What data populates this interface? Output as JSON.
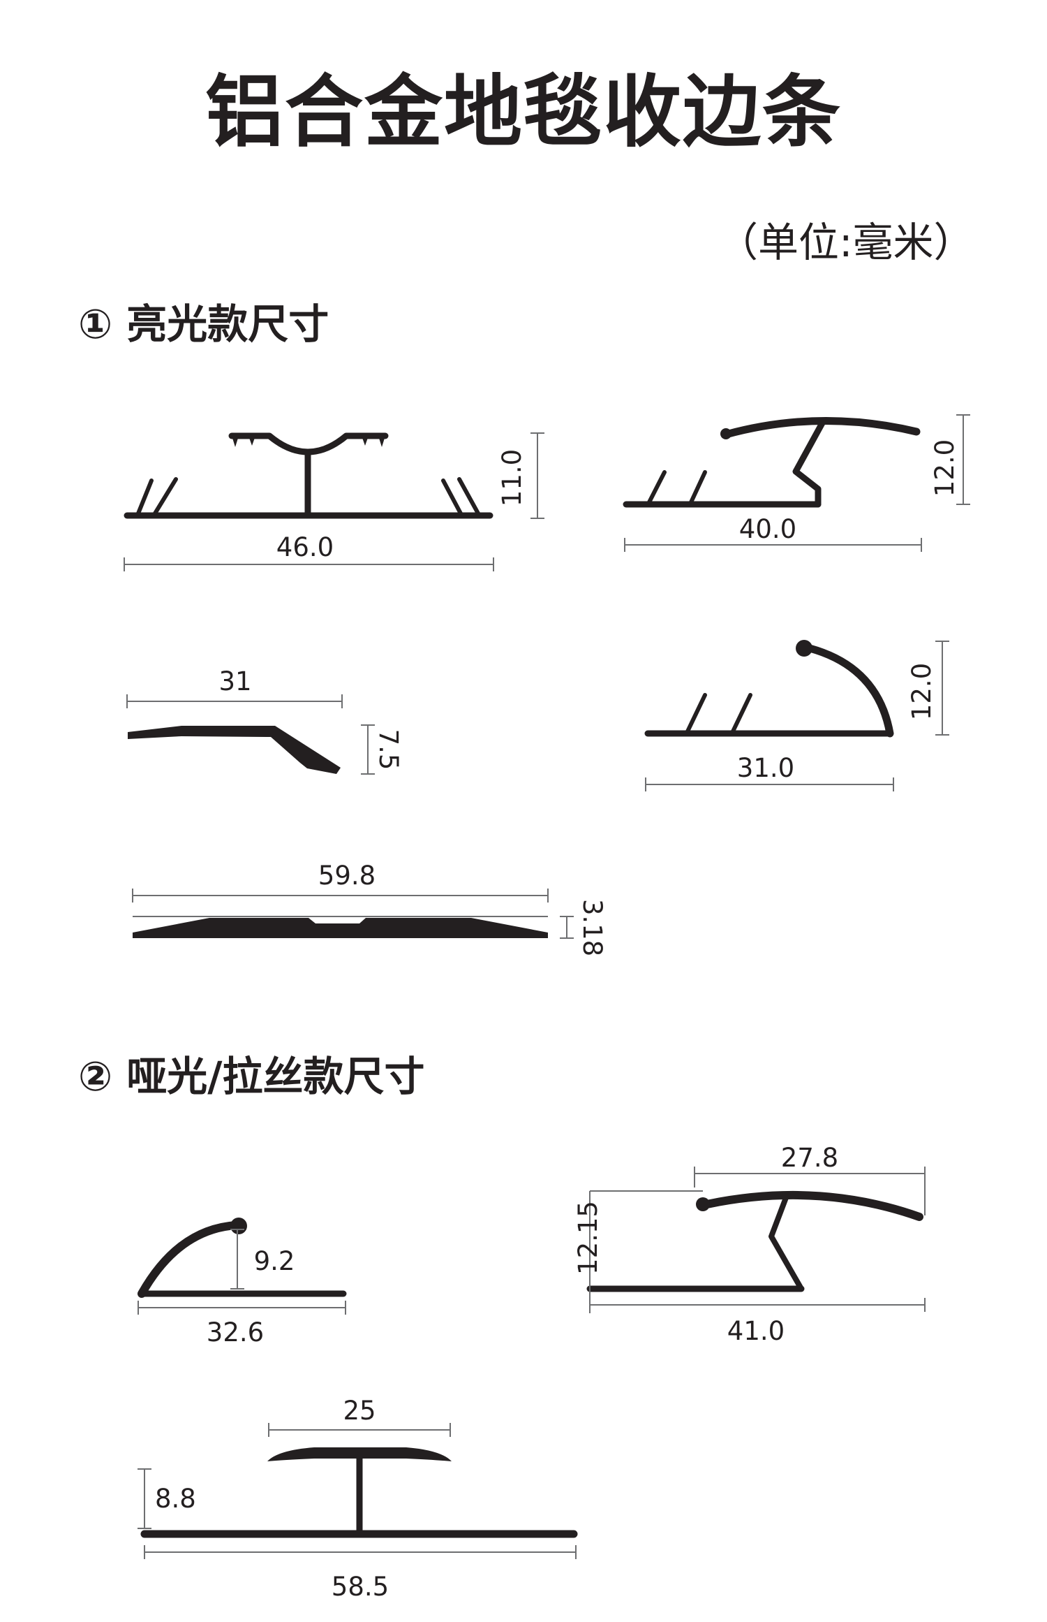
{
  "title": "铝合金地毯收边条",
  "unit_note": "（单位:毫米）",
  "sections": [
    {
      "label": "① 亮光款尺寸",
      "profiles": [
        {
          "id": "t-profile",
          "width": "46.0",
          "height": "11.0"
        },
        {
          "id": "z-cap-profile",
          "width": "40.0",
          "height": "12.0"
        },
        {
          "id": "ramp-profile",
          "width": "31",
          "height": "7.5"
        },
        {
          "id": "hook-profile",
          "width": "31.0",
          "height": "12.0"
        },
        {
          "id": "flat-profile",
          "width": "59.8",
          "height": "3.18"
        }
      ]
    },
    {
      "label": "② 哑光/拉丝款尺寸",
      "profiles": [
        {
          "id": "curve-edge-profile",
          "width": "32.6",
          "height": "9.2"
        },
        {
          "id": "z-transition-profile",
          "top_width": "27.8",
          "width": "41.0",
          "height": "12.15"
        },
        {
          "id": "t-transition-profile",
          "top_width": "25",
          "width": "58.5",
          "height": "8.8"
        }
      ]
    }
  ],
  "colors": {
    "profile": "#231f20",
    "dimension_line": "#6d6e70",
    "background": "#ffffff"
  }
}
